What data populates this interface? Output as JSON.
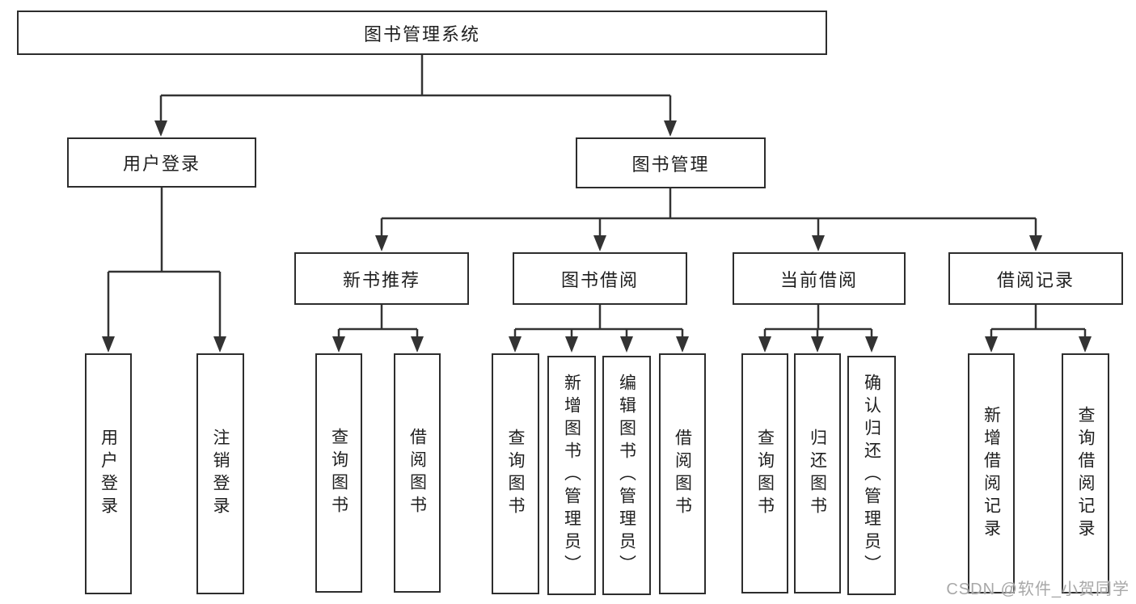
{
  "diagram": {
    "type": "hierarchy-tree",
    "tree": {
      "label": "图书管理系统",
      "children": [
        {
          "label": "用户登录",
          "children": [
            {
              "label": "用户登录"
            },
            {
              "label": "注销登录"
            }
          ]
        },
        {
          "label": "图书管理",
          "children": [
            {
              "label": "新书推荐",
              "children": [
                {
                  "label": "查询图书"
                },
                {
                  "label": "借阅图书"
                }
              ]
            },
            {
              "label": "图书借阅",
              "children": [
                {
                  "label": "查询图书"
                },
                {
                  "label": "新增图书（管理员）"
                },
                {
                  "label": "编辑图书（管理员）"
                },
                {
                  "label": "借阅图书"
                }
              ]
            },
            {
              "label": "当前借阅",
              "children": [
                {
                  "label": "查询图书"
                },
                {
                  "label": "归还图书"
                },
                {
                  "label": "确认归还（管理员）"
                }
              ]
            },
            {
              "label": "借阅记录",
              "children": [
                {
                  "label": "新增借阅记录"
                },
                {
                  "label": "查询借阅记录"
                }
              ]
            }
          ]
        }
      ]
    },
    "colors": {
      "line": "#333333",
      "box_border": "#2d2d2d",
      "box_fill": "#ffffff",
      "text": "#1f1f1f",
      "watermark": "#a8a8a8",
      "background": "#ffffff"
    }
  },
  "watermark": {
    "text": "CSDN @软件_小贺同学"
  }
}
